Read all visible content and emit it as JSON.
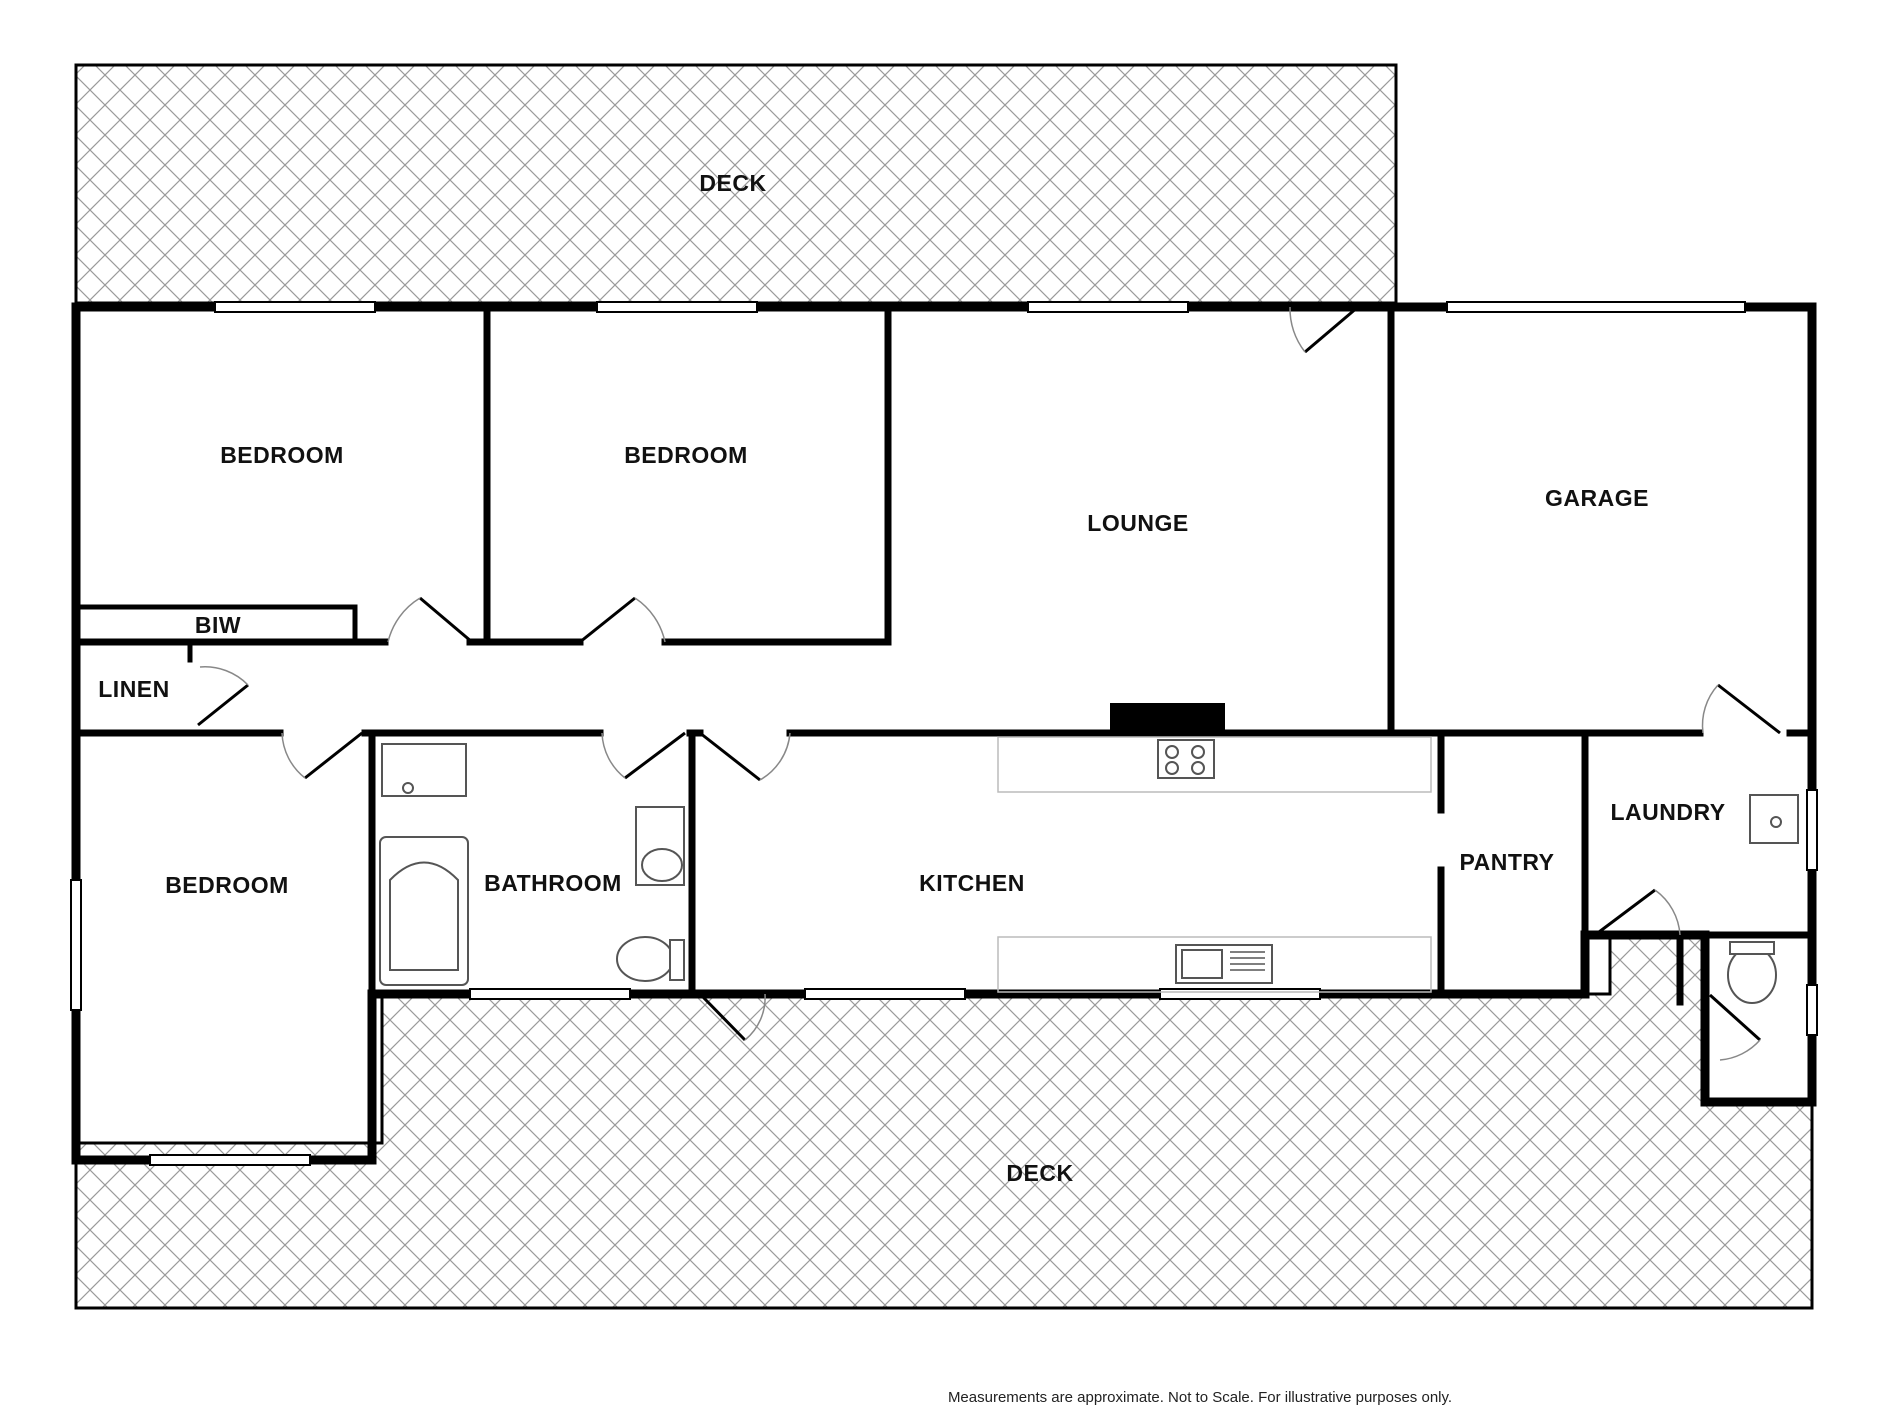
{
  "rooms": {
    "deck_top": "DECK",
    "bedroom_1": "BEDROOM",
    "bedroom_2": "BEDROOM",
    "lounge": "LOUNGE",
    "garage": "GARAGE",
    "biw": "BIW",
    "linen": "LINEN",
    "bedroom_3": "BEDROOM",
    "bathroom": "BATHROOM",
    "kitchen": "KITCHEN",
    "pantry": "PANTRY",
    "laundry": "LAUNDRY",
    "deck_bottom": "DECK"
  },
  "disclaimer": "Measurements are approximate. Not to Scale. For illustrative purposes only."
}
